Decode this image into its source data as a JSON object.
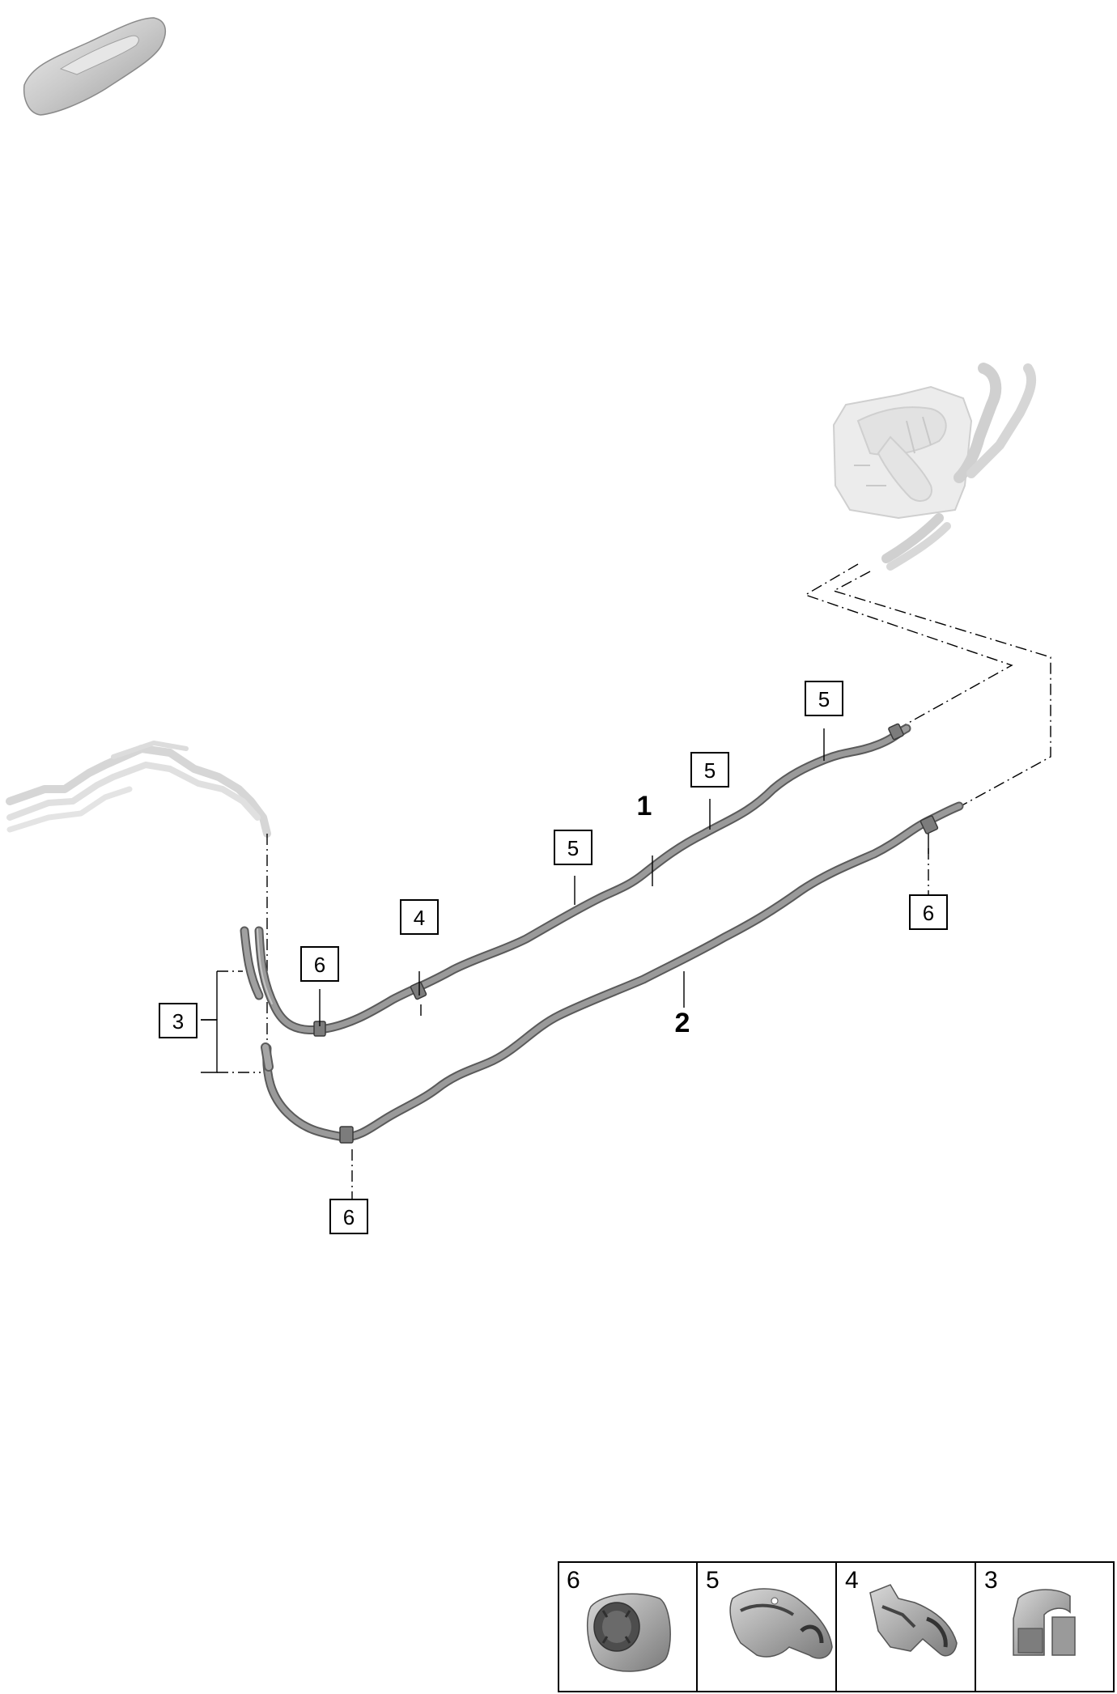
{
  "diagram": {
    "item_labels": {
      "line_1": "1",
      "line_2": "2"
    },
    "callouts": [
      {
        "id": "c3",
        "label": "3"
      },
      {
        "id": "c4",
        "label": "4"
      },
      {
        "id": "c5a",
        "label": "5"
      },
      {
        "id": "c5b",
        "label": "5"
      },
      {
        "id": "c5c",
        "label": "5"
      },
      {
        "id": "c6a",
        "label": "6"
      },
      {
        "id": "c6b",
        "label": "6"
      },
      {
        "id": "c6c",
        "label": "6"
      }
    ]
  },
  "legend": {
    "cells": [
      {
        "label": "6"
      },
      {
        "label": "5"
      },
      {
        "label": "4"
      },
      {
        "label": "3"
      }
    ]
  },
  "colors": {
    "pipe": "#8f8f8f",
    "pipe_highlight": "#c8c8c8",
    "ghost_part": "#d4d4d4",
    "line": "#000000"
  }
}
